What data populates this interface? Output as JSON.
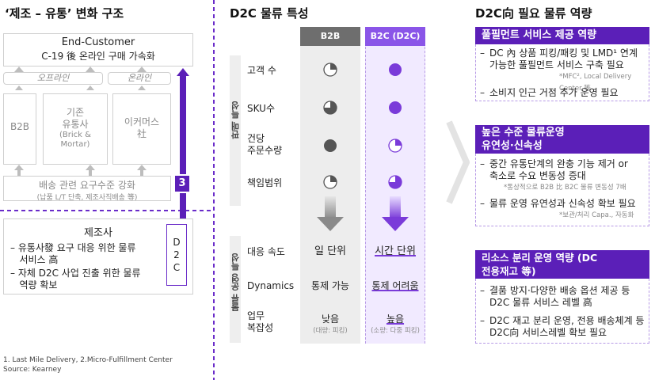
{
  "left": {
    "title": "‘제조 – 유통’ 변화 구조",
    "customer_title": "End-Customer",
    "customer_sub": "C-19 後 온라인 구매 가속화",
    "offline": "오프라인",
    "online": "온라인",
    "b2b": "B2B",
    "legacy": "기존\n유통사",
    "legacy_sub": "(Brick &\nMortar)",
    "ecommerce": "이커머스\n社",
    "req_title": "배송 관련 요구수준 강화",
    "req_sub": "(납품 L/T 단축, 제조사직배송 等)",
    "badge": "3",
    "maker_title": "제조사",
    "maker_b1": "– 유통사發 요구 대응 위한 물류\n   서비스 高",
    "maker_b2": "– 자체 D2C 사업 진출 위한 물류\n   역량 확보",
    "d2c_vertical": "D\n2\nC"
  },
  "middle": {
    "title": "D2C 물류 특성",
    "col_b2b": "B2B",
    "col_b2c": "B2C (D2C)",
    "group1": "판매 특성",
    "group2": "물류 운영 특성",
    "rows1": [
      "고객 수",
      "SKU수",
      "건당\n주문수량",
      "책임범위"
    ],
    "rows2": [
      {
        "label": "대응 속도",
        "b2b": "일 단위",
        "b2c": "시간 단위"
      },
      {
        "label": "Dynamics",
        "b2b": "통제 가능",
        "b2c": "통제 어려움"
      },
      {
        "label": "업무\n복잡성",
        "b2b": "낮음",
        "b2b_sub": "(대량: 피킹)",
        "b2c": "높음",
        "b2c_sub": "(소량: 다중 피킹)"
      }
    ]
  },
  "right": {
    "title": "D2C向 필요 물류 역량",
    "s1_title": "풀필먼트 서비스 제공 역량",
    "s1_b1": "DC 內 상품 피킹/패킹 및 LMD¹ 연계\n가능한 풀필먼트 서비스 구축 필요",
    "s1_n1": "*MFC², Local Delivery Center 等",
    "s1_b2": "소비지 인근 거점 추가 운영 필요",
    "s2_title": "높은 수준 물류운영\n유연성·신속성",
    "s2_b1": "중간 유통단계의 완충 기능 제거 or\n축소로 수요 변동성 증대",
    "s2_n1": "*통상적으로 B2B 比 B2C 물류 변동성 7배",
    "s2_b2": "물류 운영 유연성과 신속성 확보 필요",
    "s2_n2": "*보관/처리 Capa., 자동화",
    "s3_title": "리소스 분리 운영 역량 (DC\n전용재고 等)",
    "s3_b1": "결품 방지·다양한 배송 옵션 제공 등\nD2C 물류 서비스 레벨 高",
    "s3_b2": "D2C 재고 분리 운영, 전용 배송체계 등\nD2C向 서비스레벨 확보 필요"
  },
  "footnote": "1. Last Mile Delivery, 2.Micro-Fulfillment Center",
  "source": "Source: Kearney"
}
